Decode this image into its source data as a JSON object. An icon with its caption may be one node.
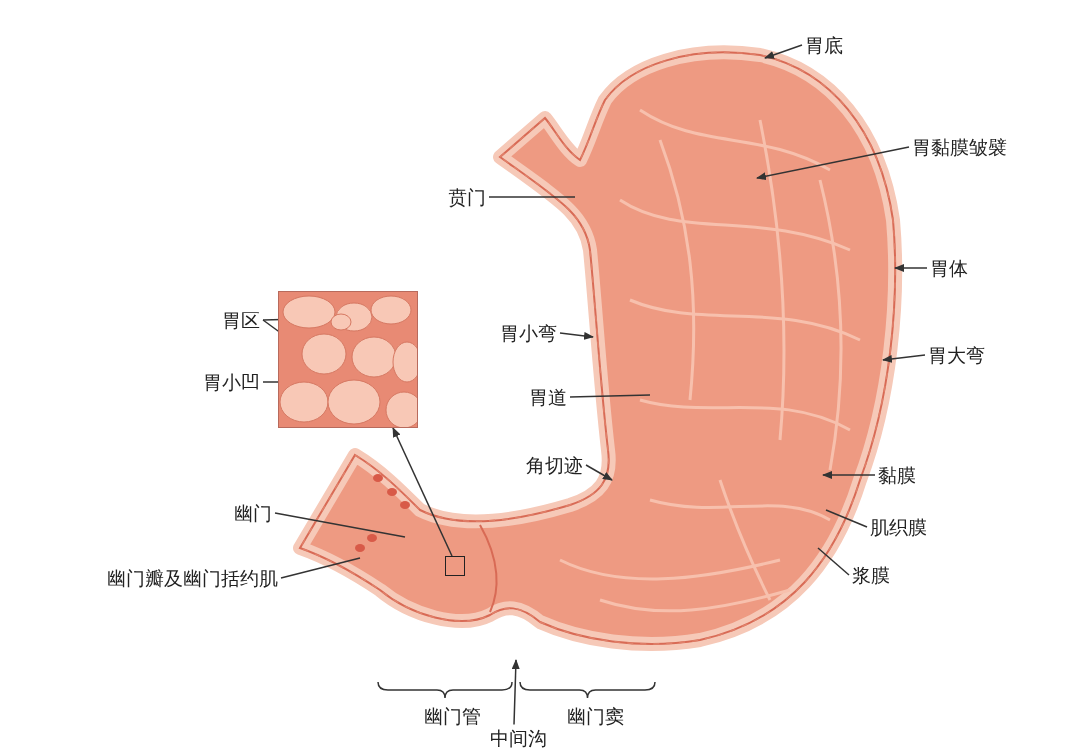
{
  "diagram": {
    "nodes": [
      {
        "text": [
          "胃底"
        ]
      },
      {
        "text": [
          "胃黏膜皱襞"
        ]
      },
      {
        "text": [
          "贲门"
        ]
      },
      {
        "text": [
          "胃体"
        ]
      },
      {
        "text": [],
        "shape": "picture"
      },
      {
        "text": [
          "胃区"
        ]
      },
      {
        "text": [
          "胃小弯"
        ]
      },
      {
        "text": [
          "胃大弯"
        ]
      },
      {
        "text": [
          "胃小凹"
        ]
      },
      {
        "text": [
          "胃道"
        ]
      },
      {
        "text": [
          "角切迹"
        ]
      },
      {
        "text": [
          "黏膜"
        ]
      },
      {
        "text": [
          "幽门"
        ]
      },
      {
        "text": [
          "肌织膜"
        ]
      },
      {
        "text": [],
        "shape": "box"
      },
      {
        "text": [
          "幽门瓣及幽门括约肌"
        ]
      },
      {
        "text": [
          "浆膜"
        ]
      },
      {
        "text": [
          "中间沟"
        ]
      }
    ],
    "edges": [
      {
        "from": 0,
        "to": null,
        "arrow": "to"
      },
      {
        "from": 1,
        "to": null,
        "arrow": "to"
      },
      {
        "from": 2,
        "to": null,
        "arrow": "none"
      },
      {
        "from": 3,
        "to": null,
        "arrow": "to"
      },
      {
        "from": 5,
        "to": 4,
        "arrow": "none"
      },
      {
        "from": 5,
        "to": 4,
        "arrow": "none"
      },
      {
        "from": 6,
        "to": null,
        "arrow": "to"
      },
      {
        "from": 7,
        "to": null,
        "arrow": "to"
      },
      {
        "from": 8,
        "to": 4,
        "arrow": "none"
      },
      {
        "from": 9,
        "to": null,
        "arrow": "none"
      },
      {
        "from": 10,
        "to": null,
        "arrow": "to"
      },
      {
        "from": 11,
        "to": null,
        "arrow": "to"
      },
      {
        "from": 12,
        "to": null,
        "arrow": "none"
      },
      {
        "from": 13,
        "to": null,
        "arrow": "none"
      },
      {
        "from": 14,
        "to": 4,
        "arrow": "to"
      },
      {
        "from": 15,
        "to": null,
        "arrow": "none"
      },
      {
        "from": 16,
        "to": null,
        "arrow": "none"
      },
      {
        "from": 17,
        "to": null,
        "arrow": "to"
      }
    ],
    "labels": [
      "幽门管",
      "幽门窦"
    ]
  }
}
